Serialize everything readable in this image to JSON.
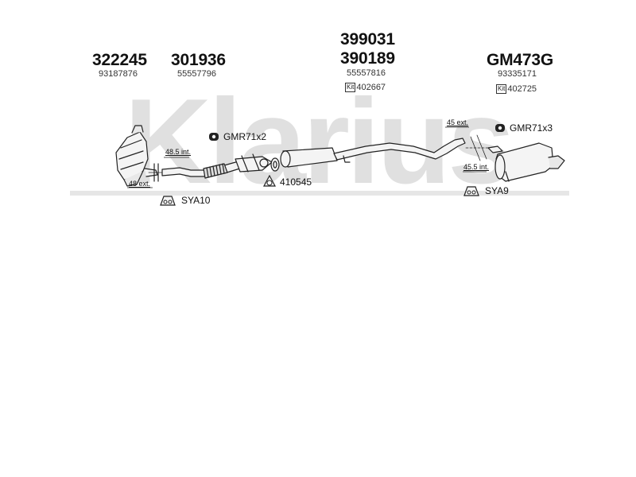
{
  "watermark": "Klarius",
  "parts": [
    {
      "part": "322245",
      "oem": "93187876"
    },
    {
      "part": "301936",
      "oem": "55557796"
    },
    {
      "part": "399031",
      "part2": "390189",
      "oem": "55557816",
      "kit": "402667"
    },
    {
      "part": "GM473G",
      "oem": "93335171",
      "kit": "402725"
    }
  ],
  "kit_icon_text": "Kit",
  "fittings": {
    "gmr71x2": "GMR71x2",
    "gmr71x3": "GMR71x3",
    "r410545": "410545",
    "sya10": "SYA10",
    "sya9": "SYA9"
  },
  "dimensions": {
    "d48_5_int": "48.5 int.",
    "d48_ext": "48 ext.",
    "d45_ext": "45 ext.",
    "d45_5_int": "45.5 int."
  },
  "colors": {
    "watermark": "#e0e0e0",
    "line": "#222222",
    "part_fill": "#f4f4f4"
  }
}
